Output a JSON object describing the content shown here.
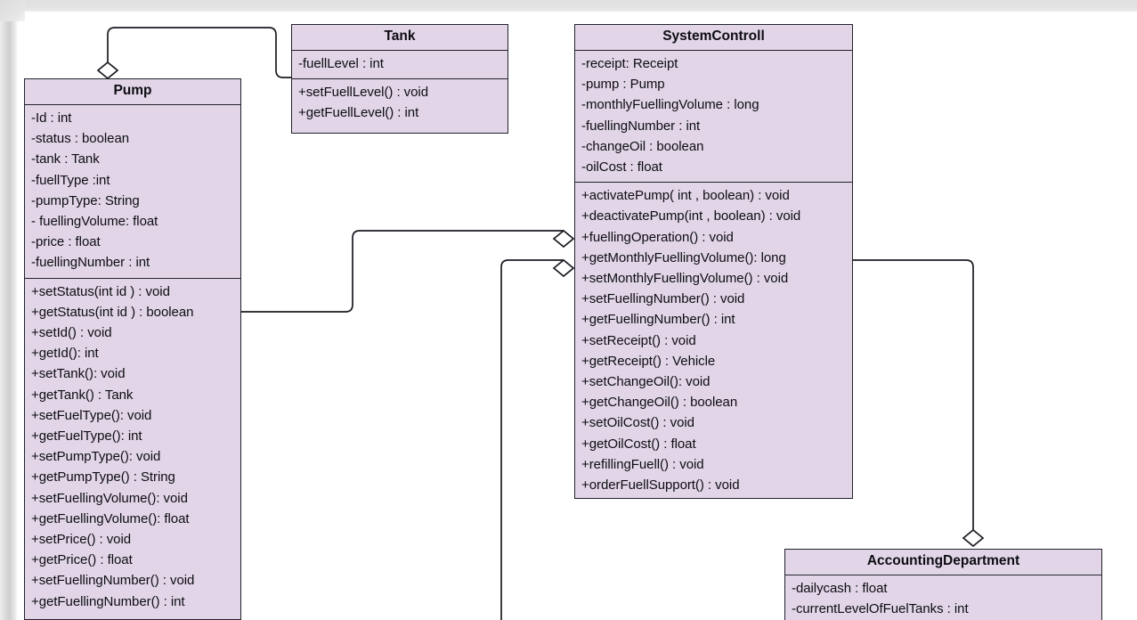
{
  "diagram": {
    "kind": "uml-class-diagram",
    "colors": {
      "class_fill": "#e1d5e7",
      "class_border": "#23222b",
      "text": "#0d0d12",
      "connector": "#1a1a22",
      "canvas": "#ffffff"
    }
  },
  "classes": {
    "pump": {
      "name": "Pump",
      "attributes": [
        "-Id : int",
        "-status : boolean",
        "-tank : Tank",
        "-fuellType :int",
        "-pumpType: String",
        "- fuellingVolume: float",
        "-price : float",
        "-fuellingNumber : int"
      ],
      "methods": [
        "+setStatus(int id ) : void",
        "+getStatus(int id ) : boolean",
        "+setId() : void",
        "+getId(): int",
        "+setTank(): void",
        "+getTank()  : Tank",
        "+setFuelType(): void",
        "+getFuelType(): int",
        "+setPumpType(): void",
        "+getPumpType() : String",
        "+setFuellingVolume(): void",
        "+getFuellingVolume(): float",
        "+setPrice() : void",
        "+getPrice() : float",
        "+setFuellingNumber() : void",
        "+getFuellingNumber() : int"
      ]
    },
    "tank": {
      "name": "Tank",
      "attributes": [
        "-fuellLevel : int"
      ],
      "methods": [
        "+setFuellLevel() : void",
        "+getFuellLevel() : int"
      ]
    },
    "system_controll": {
      "name": "SystemControll",
      "attributes": [
        "-receipt: Receipt",
        "-pump : Pump",
        "-monthlyFuellingVolume : long",
        "-fuellingNumber : int",
        "-changeOil : boolean",
        "-oilCost : float"
      ],
      "methods": [
        "+activatePump( int  , boolean) : void",
        "+deactivatePump(int , boolean) : void",
        "+fuellingOperation() : void",
        "+getMonthlyFuellingVolume(): long",
        "+setMonthlyFuellingVolume() : void",
        "+setFuellingNumber() : void",
        "+getFuellingNumber() : int",
        "+setReceipt() : void",
        "+getReceipt() : Vehicle",
        "+setChangeOil(): void",
        "+getChangeOil()  : boolean",
        "+setOilCost() : void",
        "+getOilCost() : float",
        "+refillingFuell() : void",
        "+orderFuellSupport() : void"
      ]
    },
    "accounting_department": {
      "name": "AccountingDepartment",
      "attributes": [
        "-dailycash : float",
        "-currentLevelOfFuelTanks : int"
      ],
      "methods": []
    }
  },
  "relationships": [
    {
      "name": "pump-aggregates-tank",
      "type": "aggregation",
      "diamond_at": "pump",
      "source": "Pump",
      "target": "Tank"
    },
    {
      "name": "systemcontroll-aggregates-pump",
      "type": "aggregation",
      "diamond_at": "SystemControll",
      "source": "SystemControll",
      "target": "Pump"
    },
    {
      "name": "systemcontroll-aggregation-down",
      "type": "aggregation",
      "diamond_at": "SystemControll",
      "source": "SystemControll",
      "target": ""
    },
    {
      "name": "accountingdepartment-aggregates-systemcontroll",
      "type": "aggregation",
      "diamond_at": "AccountingDepartment",
      "source": "AccountingDepartment",
      "target": "SystemControll"
    }
  ]
}
